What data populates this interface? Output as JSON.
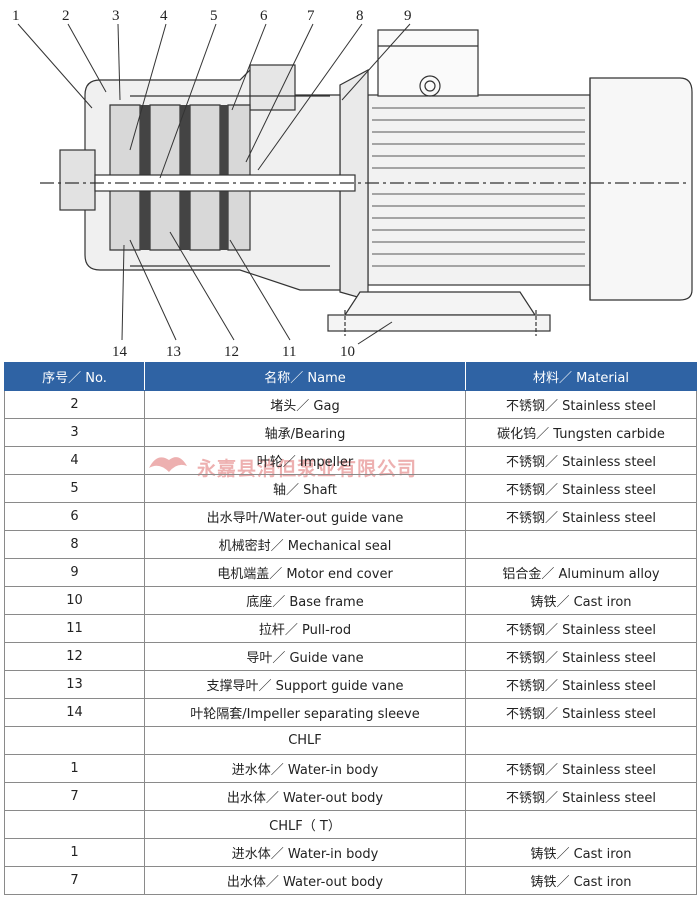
{
  "diagram": {
    "callouts_top": [
      "1",
      "2",
      "3",
      "4",
      "5",
      "6",
      "7",
      "8",
      "9"
    ],
    "callouts_bottom": [
      "14",
      "13",
      "12",
      "11",
      "10"
    ]
  },
  "watermark": {
    "text": "永嘉县消但泵业有限公司"
  },
  "table": {
    "headers": [
      "序号／ No.",
      "名称／ Name",
      "材料／ Material"
    ],
    "rows": [
      {
        "no": "2",
        "name": "堵头／ Gag",
        "material": "不锈钢／ Stainless steel"
      },
      {
        "no": "3",
        "name": "轴承/Bearing",
        "material": "碳化钨／ Tungsten carbide"
      },
      {
        "no": "4",
        "name": "叶轮／ Impeller",
        "material": "不锈钢／ Stainless steel"
      },
      {
        "no": "5",
        "name": "轴／ Shaft",
        "material": "不锈钢／ Stainless steel"
      },
      {
        "no": "6",
        "name": "出水导叶/Water-out guide vane",
        "material": "不锈钢／ Stainless steel"
      },
      {
        "no": "8",
        "name": "机械密封／ Mechanical seal",
        "material": ""
      },
      {
        "no": "9",
        "name": "电机端盖／ Motor end cover",
        "material": "铝合金／ Aluminum alloy"
      },
      {
        "no": "10",
        "name": "底座／ Base frame",
        "material": "铸铁／ Cast iron"
      },
      {
        "no": "11",
        "name": "拉杆／ Pull-rod",
        "material": "不锈钢／ Stainless steel"
      },
      {
        "no": "12",
        "name": "导叶／ Guide vane",
        "material": "不锈钢／ Stainless steel"
      },
      {
        "no": "13",
        "name": "支撑导叶／ Support guide vane",
        "material": "不锈钢／ Stainless steel"
      },
      {
        "no": "14",
        "name": "叶轮隔套/Impeller separating sleeve",
        "material": "不锈钢／ Stainless steel"
      },
      {
        "no": "",
        "name": "CHLF",
        "material": ""
      },
      {
        "no": "1",
        "name": "进水体／ Water-in body",
        "material": "不锈钢／ Stainless steel"
      },
      {
        "no": "7",
        "name": "出水体／ Water-out body",
        "material": "不锈钢／ Stainless steel"
      },
      {
        "no": "",
        "name": "CHLF（ T）",
        "material": ""
      },
      {
        "no": "1",
        "name": "进水体／ Water-in body",
        "material": "铸铁／ Cast iron"
      },
      {
        "no": "7",
        "name": "出水体／ Water-out body",
        "material": "铸铁／ Cast iron"
      }
    ]
  }
}
